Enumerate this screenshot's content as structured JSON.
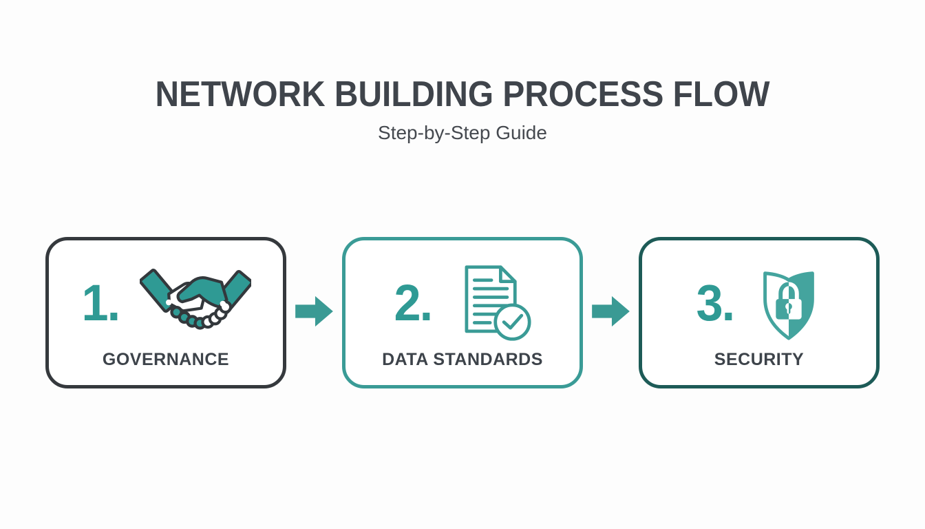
{
  "header": {
    "title": "NETWORK BUILDING PROCESS FLOW",
    "subtitle": "Step-by-Step Guide"
  },
  "steps": [
    {
      "number": "1.",
      "label": "GOVERNANCE",
      "icon": "handshake-icon",
      "border_color": "#35393d"
    },
    {
      "number": "2.",
      "label": "DATA STANDARDS",
      "icon": "document-check-icon",
      "border_color": "#3a9b96"
    },
    {
      "number": "3.",
      "label": "SECURITY",
      "icon": "shield-lock-icon",
      "border_color": "#1d5b57"
    }
  ],
  "arrows": {
    "count": 2,
    "direction": "right",
    "color": "#3a9a94"
  },
  "colors": {
    "accent_teal": "#2f9a94",
    "title_text": "#3f444b",
    "subtitle_text": "#45494f",
    "label_text": "#3d434a",
    "background": "#fdfdfd",
    "icon_outline_dark": "#33383c"
  }
}
